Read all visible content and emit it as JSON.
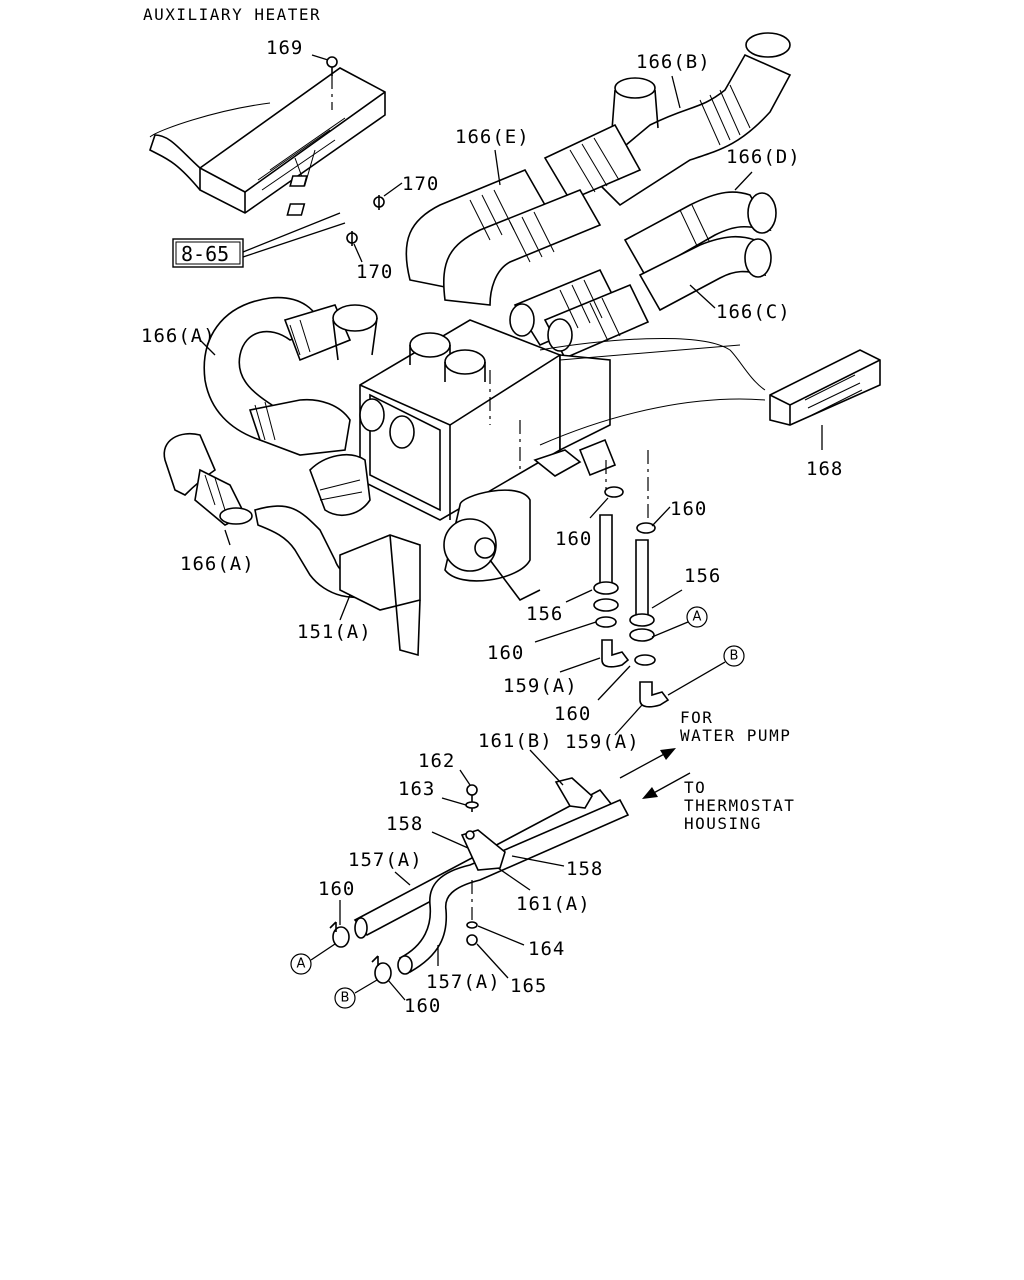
{
  "title": "AUXILIARY HEATER",
  "reference_box": "8-65",
  "labels": {
    "l169": "169",
    "l170a": "170",
    "l170b": "170",
    "l166b": "166(B)",
    "l166e": "166(E)",
    "l166d": "166(D)",
    "l166c": "166(C)",
    "l166a_top": "166(A)",
    "l166a_bottom": "166(A)",
    "l168": "168",
    "l160a": "160",
    "l160b": "160",
    "l160c": "160",
    "l160d": "160",
    "l160e": "160",
    "l160f": "160",
    "l156a": "156",
    "l156b": "156",
    "l151a": "151(A)",
    "l159a_1": "159(A)",
    "l159a_2": "159(A)",
    "l161b": "161(B)",
    "l161a": "161(A)",
    "l162": "162",
    "l163": "163",
    "l158a": "158",
    "l158b": "158",
    "l157a_1": "157(A)",
    "l157a_2": "157(A)",
    "l164": "164",
    "l165": "165"
  },
  "markers": {
    "a1": "A",
    "a2": "A",
    "b1": "B",
    "b2": "B"
  },
  "notes": {
    "water_pump_1": "FOR",
    "water_pump_2": "WATER PUMP",
    "thermostat_1": "TO",
    "thermostat_2": "THERMOSTAT",
    "thermostat_3": "HOUSING"
  }
}
